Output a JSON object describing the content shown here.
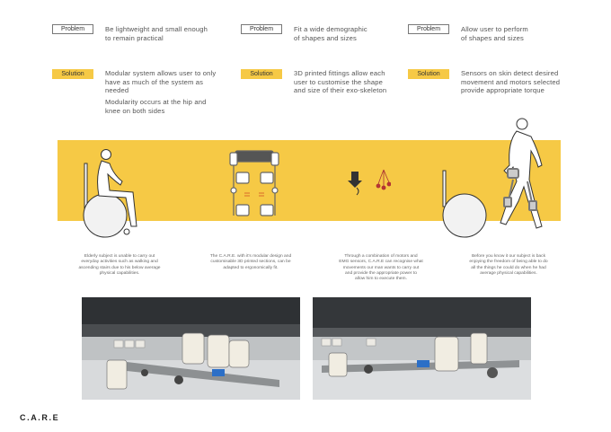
{
  "rows": [
    {
      "problem_label": "Problem",
      "solution_label": "Solution",
      "problem": [
        "Be lightweight and small enough",
        "to remain practical"
      ],
      "solution": [
        "Modular system allows user to only",
        "have as much of the system as",
        "needed"
      ],
      "solution_extra": [
        "Modularity occurs at the hip and",
        "knee on both sides"
      ]
    },
    {
      "problem_label": "Problem",
      "solution_label": "Solution",
      "problem": [
        "Fit a wide demographic",
        "of shapes and sizes"
      ],
      "solution": [
        "3D printed fittings allow each",
        "user to customise the shape",
        "and size of their exo-skeleton"
      ]
    },
    {
      "problem_label": "Problem",
      "solution_label": "Solution",
      "problem": [
        "Allow user to perform",
        "of shapes and sizes"
      ],
      "solution": [
        "Sensors on skin detect desired",
        "movement and motors selected",
        "provide appropriate torque"
      ]
    }
  ],
  "captions": [
    [
      "Elderly subject is unable to carry out",
      "everyday activities such as walking and",
      "ascending stairs due to his below average",
      "physical capabilities."
    ],
    [
      "The C.A.R.E. with it's modular design and",
      "customisable 3D printed sections, can be",
      "adapted to ergonomically fit."
    ],
    [
      "Through a combination of motors and",
      "EMG sensors, C.A.R.E can recognise what",
      "movements our man wants to carry out",
      "and provide the appropriate power to",
      "allow him to execute them."
    ],
    [
      "Before you know it our subject is back",
      "enjoying the freedom of being able to do",
      "all the things he could do when he had",
      "average physical capabilities."
    ]
  ],
  "logo": "C.A.R.E",
  "colors": {
    "accent": "#f6c945",
    "text": "#555555"
  }
}
